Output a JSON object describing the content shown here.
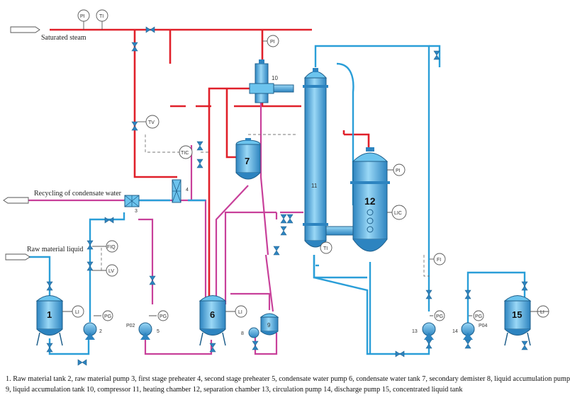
{
  "labels": {
    "steam": "Saturated steam",
    "recycle": "Recycling of condensate water",
    "raw": "Raw material liquid"
  },
  "instruments": {
    "pi": "PI",
    "ti": "TI",
    "tv": "TV",
    "tic": "TIC",
    "fiq": "FIQ",
    "lv": "LV",
    "pg": "PG",
    "li": "LI",
    "lic": "LIC",
    "fi": "FI",
    "p02": "P02",
    "p04": "P04"
  },
  "units": {
    "u1": "1",
    "u2": "2",
    "u3": "3",
    "u4": "4",
    "u5": "5",
    "u6": "6",
    "u7": "7",
    "u8": "8",
    "u9": "9",
    "u10": "10",
    "u11": "11",
    "u12": "12",
    "u13": "13",
    "u14": "14",
    "u15": "15"
  },
  "legend": {
    "line1": "1. Raw material tank   2, raw material pump   3, first stage preheater   4, second stage preheater   5, condensate water pump   6, condensate water tank   7, secondary demister   8, liquid accumulation pump",
    "line2": "9, liquid accumulation tank 10, compressor 11, heating chamber 12, separation chamber 13, circulation pump 14, discharge pump 15, concentrated liquid tank"
  },
  "colors": {
    "steam_red": "#e0202a",
    "condensate_magenta": "#c8409a",
    "feed_blue": "#2a9ed8",
    "vessel_blue": "#6cc4ee",
    "vessel_dark": "#2d84c0"
  }
}
